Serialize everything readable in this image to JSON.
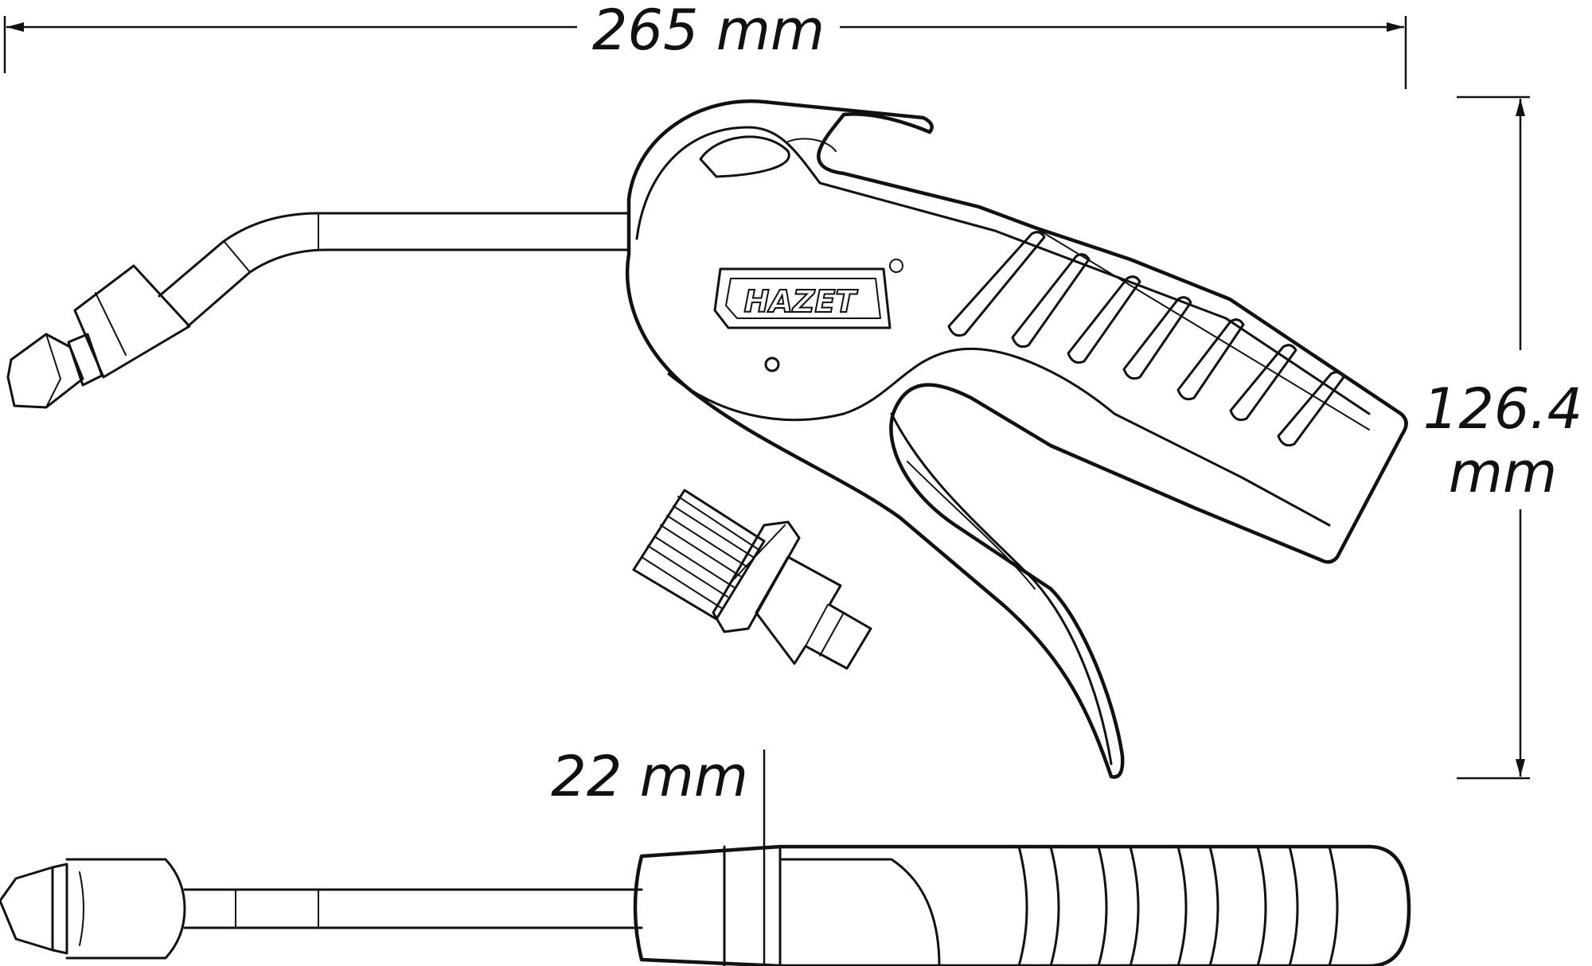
{
  "dimensions": {
    "length": "265 mm",
    "height_value": "126.4",
    "height_unit": "mm",
    "width": "22 mm"
  },
  "brand": {
    "logo_text": "HAZET"
  }
}
